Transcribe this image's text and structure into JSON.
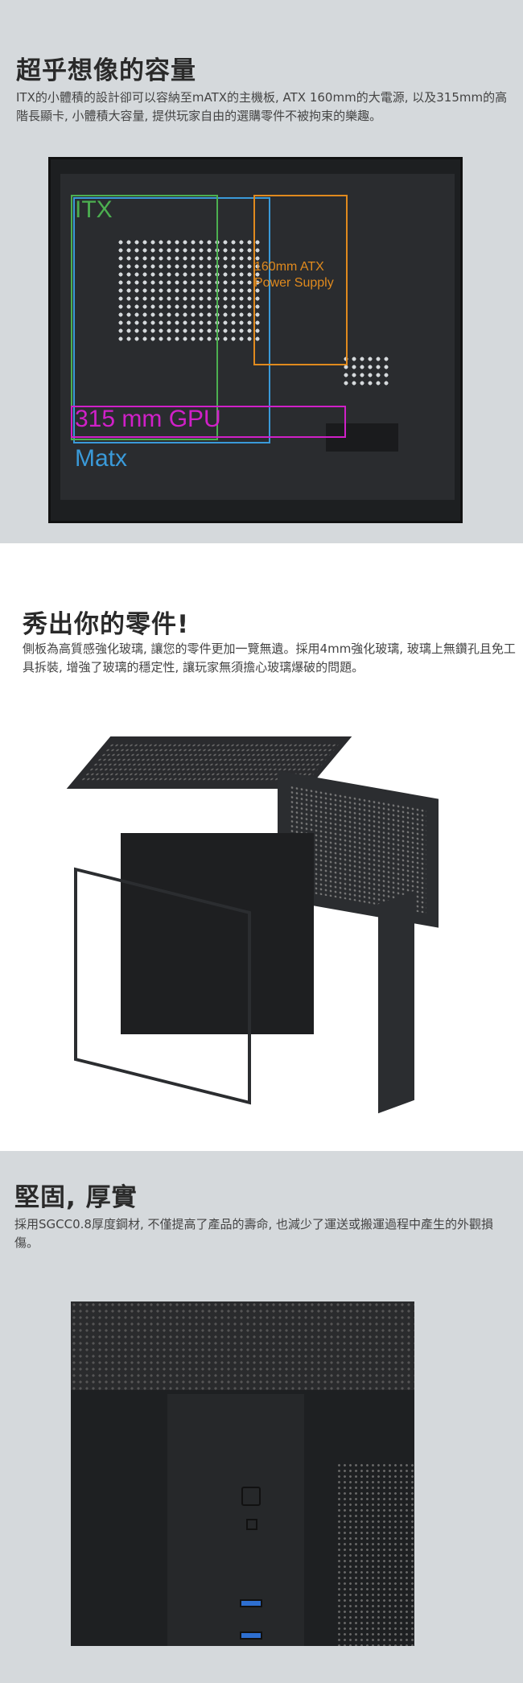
{
  "section1": {
    "title": "超乎想像的容量",
    "desc": "ITX的小體積的設計卻可以容納至mATX的主機板, ATX 160mm的大電源, 以及315mm的高階長顯卡, 小體積大容量, 提供玩家自由的選購零件不被拘束的樂趣。",
    "labels": {
      "itx": "ITX",
      "psu_line1": "160mm ATX",
      "psu_line2": "Power Supply",
      "gpu": "315 mm GPU",
      "matx": "Matx"
    },
    "colors": {
      "itx": "#4caf50",
      "matx": "#3a9ad9",
      "psu": "#e08a1e",
      "gpu": "#d020c8"
    }
  },
  "section2": {
    "title": "秀出你的零件!",
    "desc": "側板為高質感強化玻璃, 讓您的零件更加一覽無遺。採用4mm強化玻璃, 玻璃上無鑽孔且免工具拆裝, 增強了玻璃的穩定性, 讓玩家無須擔心玻璃爆破的問題。"
  },
  "section3": {
    "title": "堅固, 厚實",
    "desc": "採用SGCC0.8厚度鋼材, 不僅提高了產品的壽命, 也減少了運送或搬運過程中產生的外觀損傷。"
  }
}
